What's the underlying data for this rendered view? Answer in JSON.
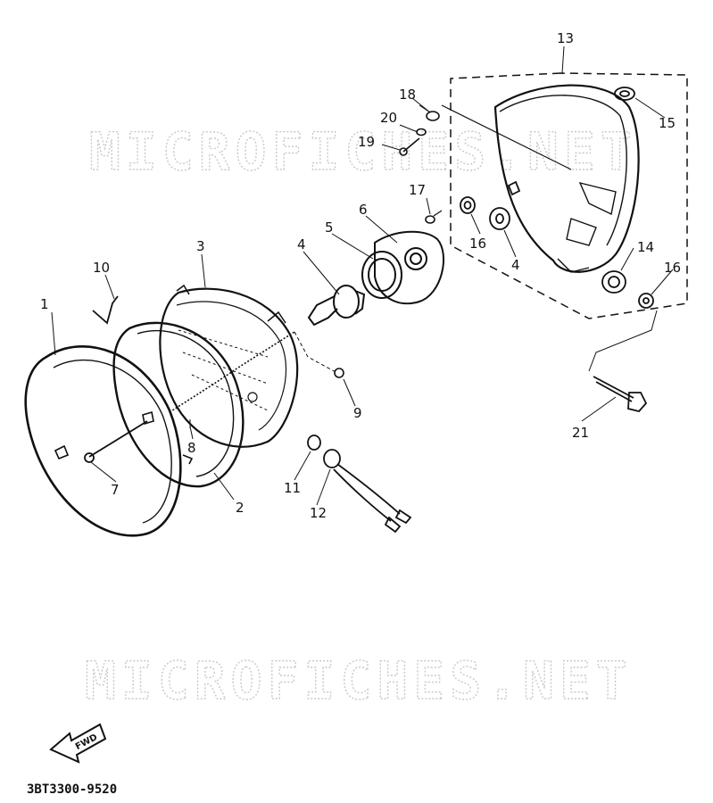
{
  "watermark": {
    "top": "MICROFICHES.NET",
    "bottom": "MICROFICHES.NET"
  },
  "diagram_code": "3BT3300-9520",
  "direction_badge": "FWD",
  "callouts": {
    "c1": "1",
    "c2": "2",
    "c3": "3",
    "c4a": "4",
    "c4b": "4",
    "c5": "5",
    "c6": "6",
    "c7": "7",
    "c8": "8",
    "c9": "9",
    "c10": "10",
    "c11": "11",
    "c12": "12",
    "c13": "13",
    "c14": "14",
    "c15": "15",
    "c16a": "16",
    "c16b": "16",
    "c17": "17",
    "c18": "18",
    "c19": "19",
    "c20": "20",
    "c21": "21"
  }
}
